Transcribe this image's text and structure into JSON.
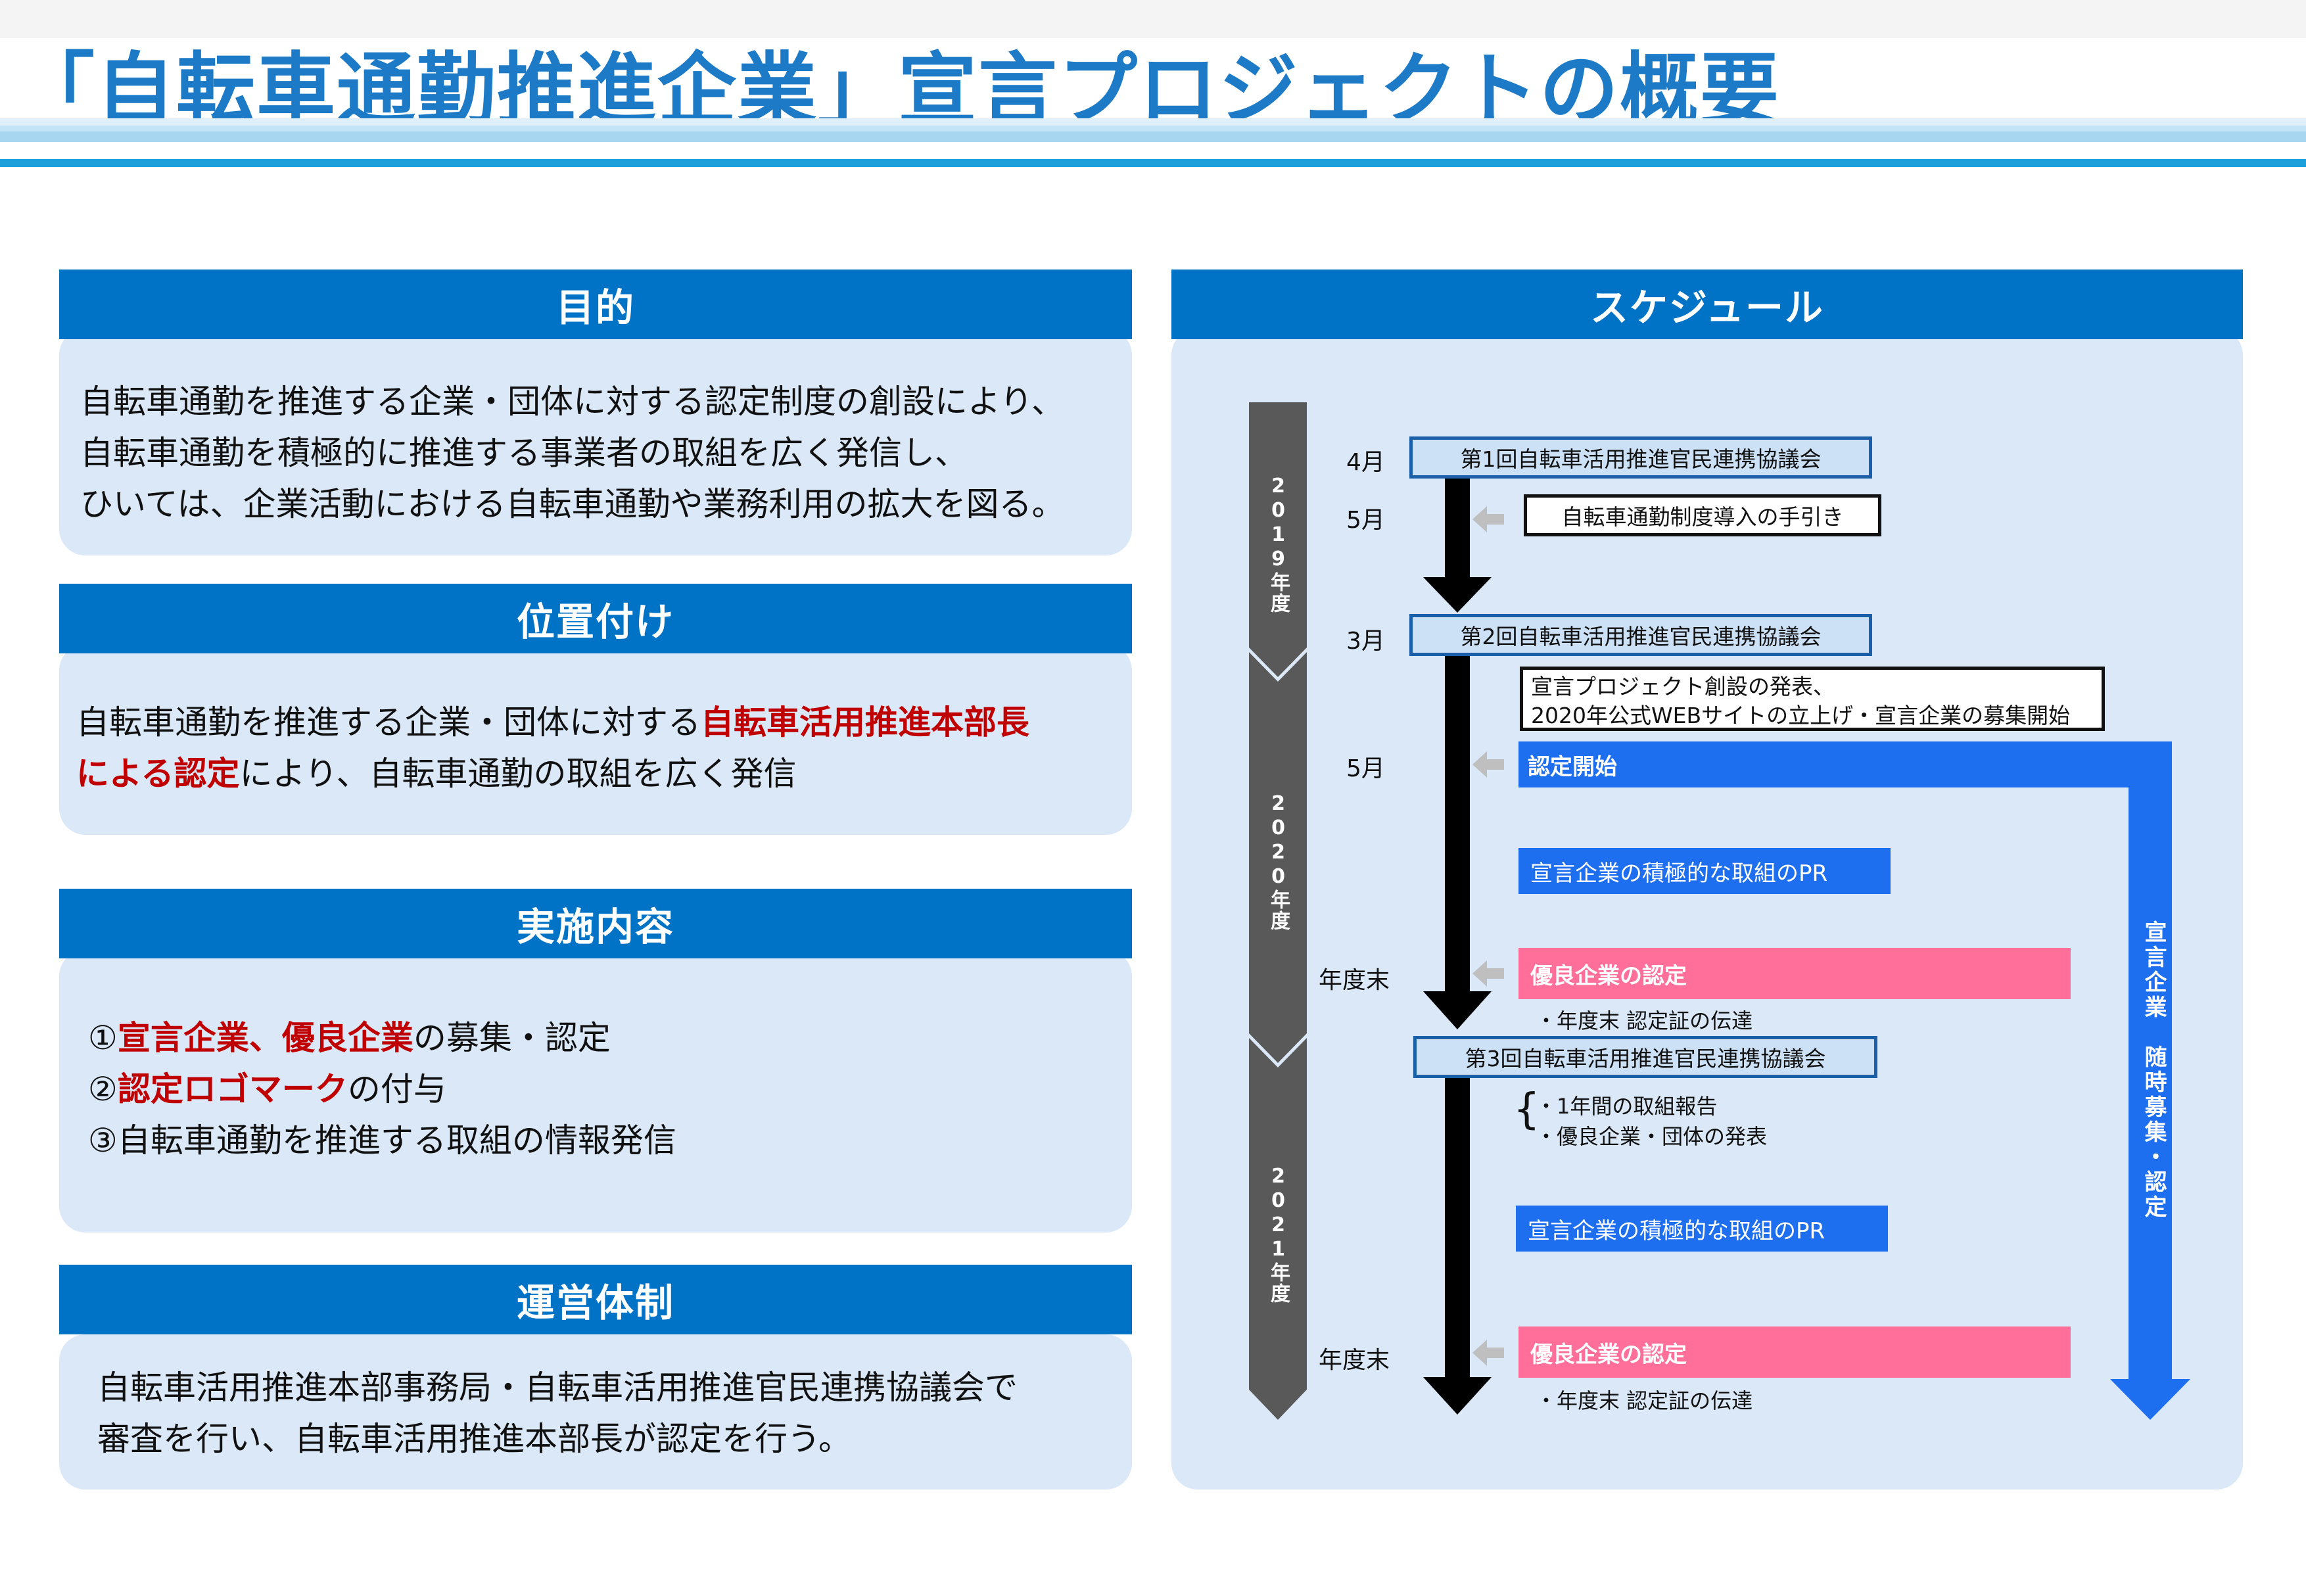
{
  "title": "「自転車通勤推進企業」宣言プロジェクトの概要",
  "purpose": {
    "header": "目的",
    "lines": [
      "自転車通勤を推進する企業・団体に対する認定制度の創設により、",
      "自転車通勤を積極的に推進する事業者の取組を広く発信し、",
      "ひいては、企業活動における自転車通勤や業務利用の拡大を図る。"
    ]
  },
  "positioning": {
    "header": "位置付け",
    "line1_a": "自転車通勤を推進する企業・団体に対する",
    "line1_red": "自転車活用推進本部長",
    "line2_red": "による認定",
    "line2_b": "により、自転車通勤の取組を広く発信"
  },
  "implementation": {
    "header": "実施内容",
    "item1_num": "①",
    "item1_red": "宣言企業、優良企業",
    "item1_rest": "の募集・認定",
    "item2_num": "②",
    "item2_red": "認定ロゴマーク",
    "item2_rest": "の付与",
    "item3": "③自転車通勤を推進する取組の情報発信"
  },
  "operation": {
    "header": "運営体制",
    "lines": [
      "自転車活用推進本部事務局・自転車活用推進官民連携協議会で",
      "審査を行い、自転車活用推進本部長が認定を行う。"
    ]
  },
  "schedule": {
    "header": "スケジュール",
    "fy2019": "2019年度",
    "fy2020": "2020年度",
    "fy2021": "2021年度",
    "m_apr": "4月",
    "m_may1": "5月",
    "m_mar": "3月",
    "m_may2": "5月",
    "m_end1": "年度末",
    "m_end2": "年度末",
    "meeting1": "第1回自転車活用推進官民連携協議会",
    "guide": "自転車通勤制度導入の手引き",
    "meeting2": "第2回自転車活用推進官民連携協議会",
    "announce_l1": "宣言プロジェクト創設の発表、",
    "announce_l2": "2020年公式WEBサイトの立上げ・宣言企業の募集開始",
    "cert_start": "認定開始",
    "pr1": "宣言企業の積極的な取組のPR",
    "excellent1": "優良企業の認定",
    "note1": "・年度末 認定証の伝達",
    "meeting3": "第3回自転車活用推進官民連携協議会",
    "brace": "{",
    "report1": "・1年間の取組報告",
    "report2": "・優良企業・団体の発表",
    "pr2": "宣言企業の積極的な取組のPR",
    "excellent2": "優良企業の認定",
    "note2": "・年度末 認定証の伝達",
    "continuous": "宣言企業　随時募集・認定"
  }
}
